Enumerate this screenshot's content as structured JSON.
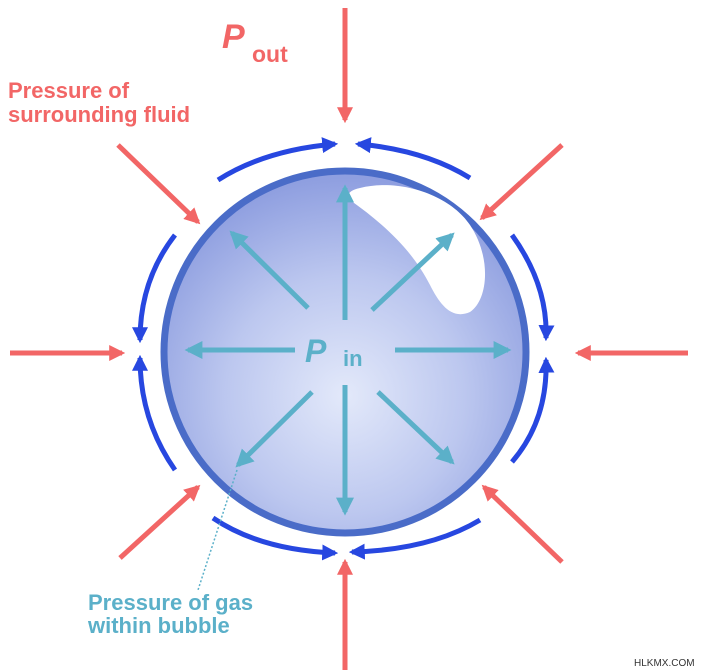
{
  "labels": {
    "p_out_symbol": "P",
    "p_out_subscript": "out",
    "surrounding_line1": "Pressure of",
    "surrounding_line2": "surrounding fluid",
    "p_in_symbol": "P",
    "p_in_subscript": "in",
    "gas_line1": "Pressure of gas",
    "gas_line2": "within bubble",
    "watermark": "HLKMX.COM"
  },
  "colors": {
    "outer_pressure": "#f26666",
    "inner_pressure": "#5bb0c9",
    "surface_tension": "#2747e0",
    "bubble_rim": "#4a6cc8",
    "bubble_fill": "#a8b6ea",
    "bubble_center": "#e3e9fa"
  }
}
